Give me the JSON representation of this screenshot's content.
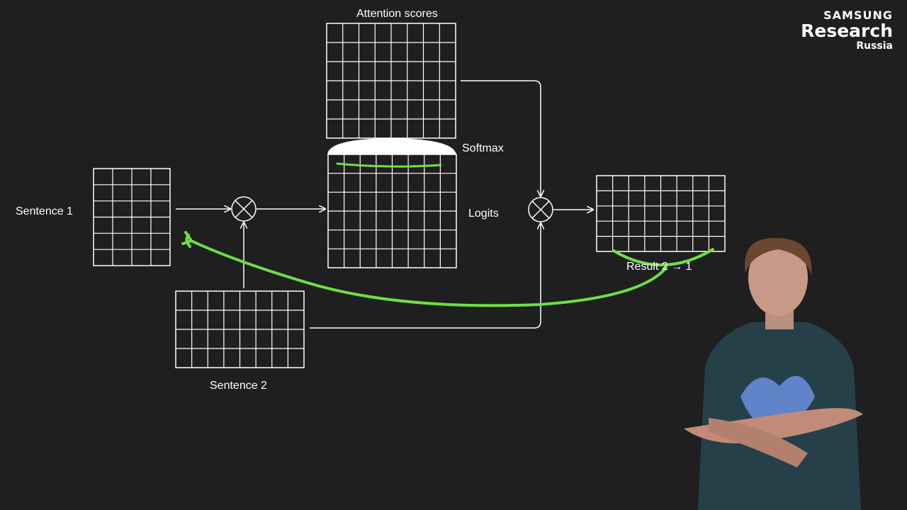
{
  "labels": {
    "attention_scores": "Attention scores",
    "softmax": "Softmax",
    "logits": "Logits",
    "sentence_1": "Sentence 1",
    "sentence_2": "Sentence 2",
    "result": "Result 2 → 1"
  },
  "brand": {
    "line1": "SAMSUNG",
    "line2": "Research",
    "line3": "Russia"
  },
  "colors": {
    "background": "#1f1f1f",
    "lines": "#ffffff",
    "annotation": "#6ee043"
  },
  "matrices": {
    "attention_scores": {
      "rows": 6,
      "cols": 8
    },
    "logits": {
      "rows": 6,
      "cols": 8
    },
    "sentence_1": {
      "rows": 6,
      "cols": 4
    },
    "sentence_2": {
      "rows": 4,
      "cols": 8
    },
    "result": {
      "rows": 5,
      "cols": 8
    }
  }
}
